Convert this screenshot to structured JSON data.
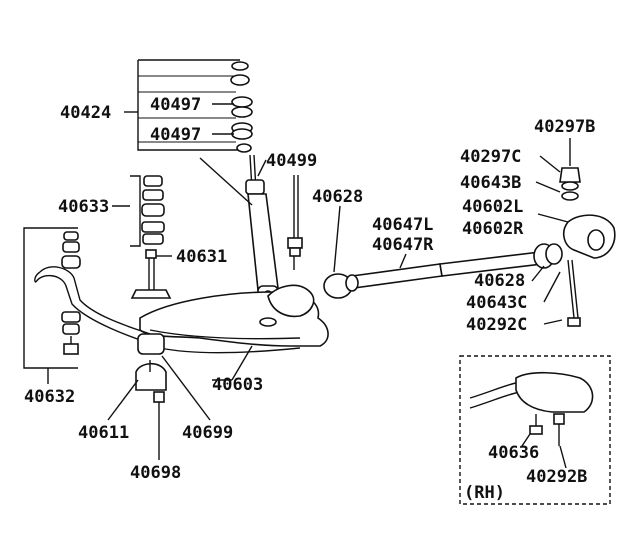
{
  "labels": {
    "p40424": "40424",
    "p40497a": "40497",
    "p40497b": "40497",
    "p40499": "40499",
    "p40633": "40633",
    "p40631": "40631",
    "p40628a": "40628",
    "p40647L": "40647L",
    "p40647R": "40647R",
    "p40297B": "40297B",
    "p40297C": "40297C",
    "p40643B": "40643B",
    "p40602L": "40602L",
    "p40602R": "40602R",
    "p40628b": "40628",
    "p40643C": "40643C",
    "p40292C": "40292C",
    "p40632": "40632",
    "p40603": "40603",
    "p40611": "40611",
    "p40699": "40699",
    "p40698": "40698",
    "p40636": "40636",
    "p40292B": "40292B",
    "rh": "(RH)"
  }
}
